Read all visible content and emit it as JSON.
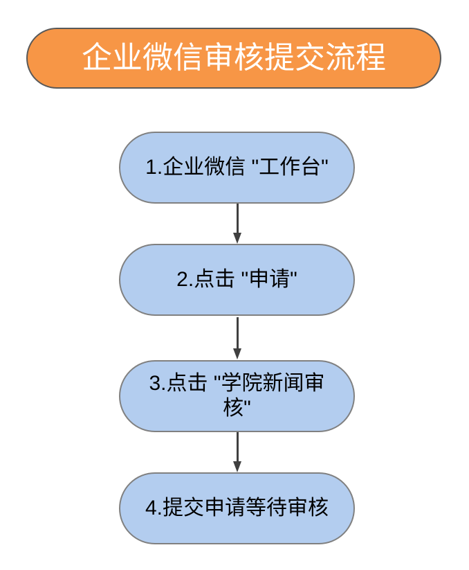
{
  "diagram": {
    "title": "企业微信审核提交流程",
    "title_text_color": "#FFFFFF",
    "title_fill_color": "#F79646",
    "title_border_color": "#595959",
    "node_fill_color": "#B3CDEF",
    "node_border_color": "#808080",
    "node_text_color": "#000000",
    "connector_color": "#404040",
    "background_color": "#FFFFFF",
    "orientation": "vertical",
    "steps": [
      {
        "id": "step-1",
        "label": "1.企业微信 \"工作台\""
      },
      {
        "id": "step-2",
        "label": "2.点击 \"申请\""
      },
      {
        "id": "step-3",
        "label": "3.点击 \"学院新闻审核\""
      },
      {
        "id": "step-4",
        "label": "4.提交申请等待审核"
      }
    ],
    "connectors": [
      {
        "id": "connector-1",
        "from": "step-1",
        "to": "step-2",
        "type": "arrow-down"
      },
      {
        "id": "connector-2",
        "from": "step-2",
        "to": "step-3",
        "type": "arrow-down"
      },
      {
        "id": "connector-3",
        "from": "step-3",
        "to": "step-4",
        "type": "arrow-down"
      }
    ]
  }
}
